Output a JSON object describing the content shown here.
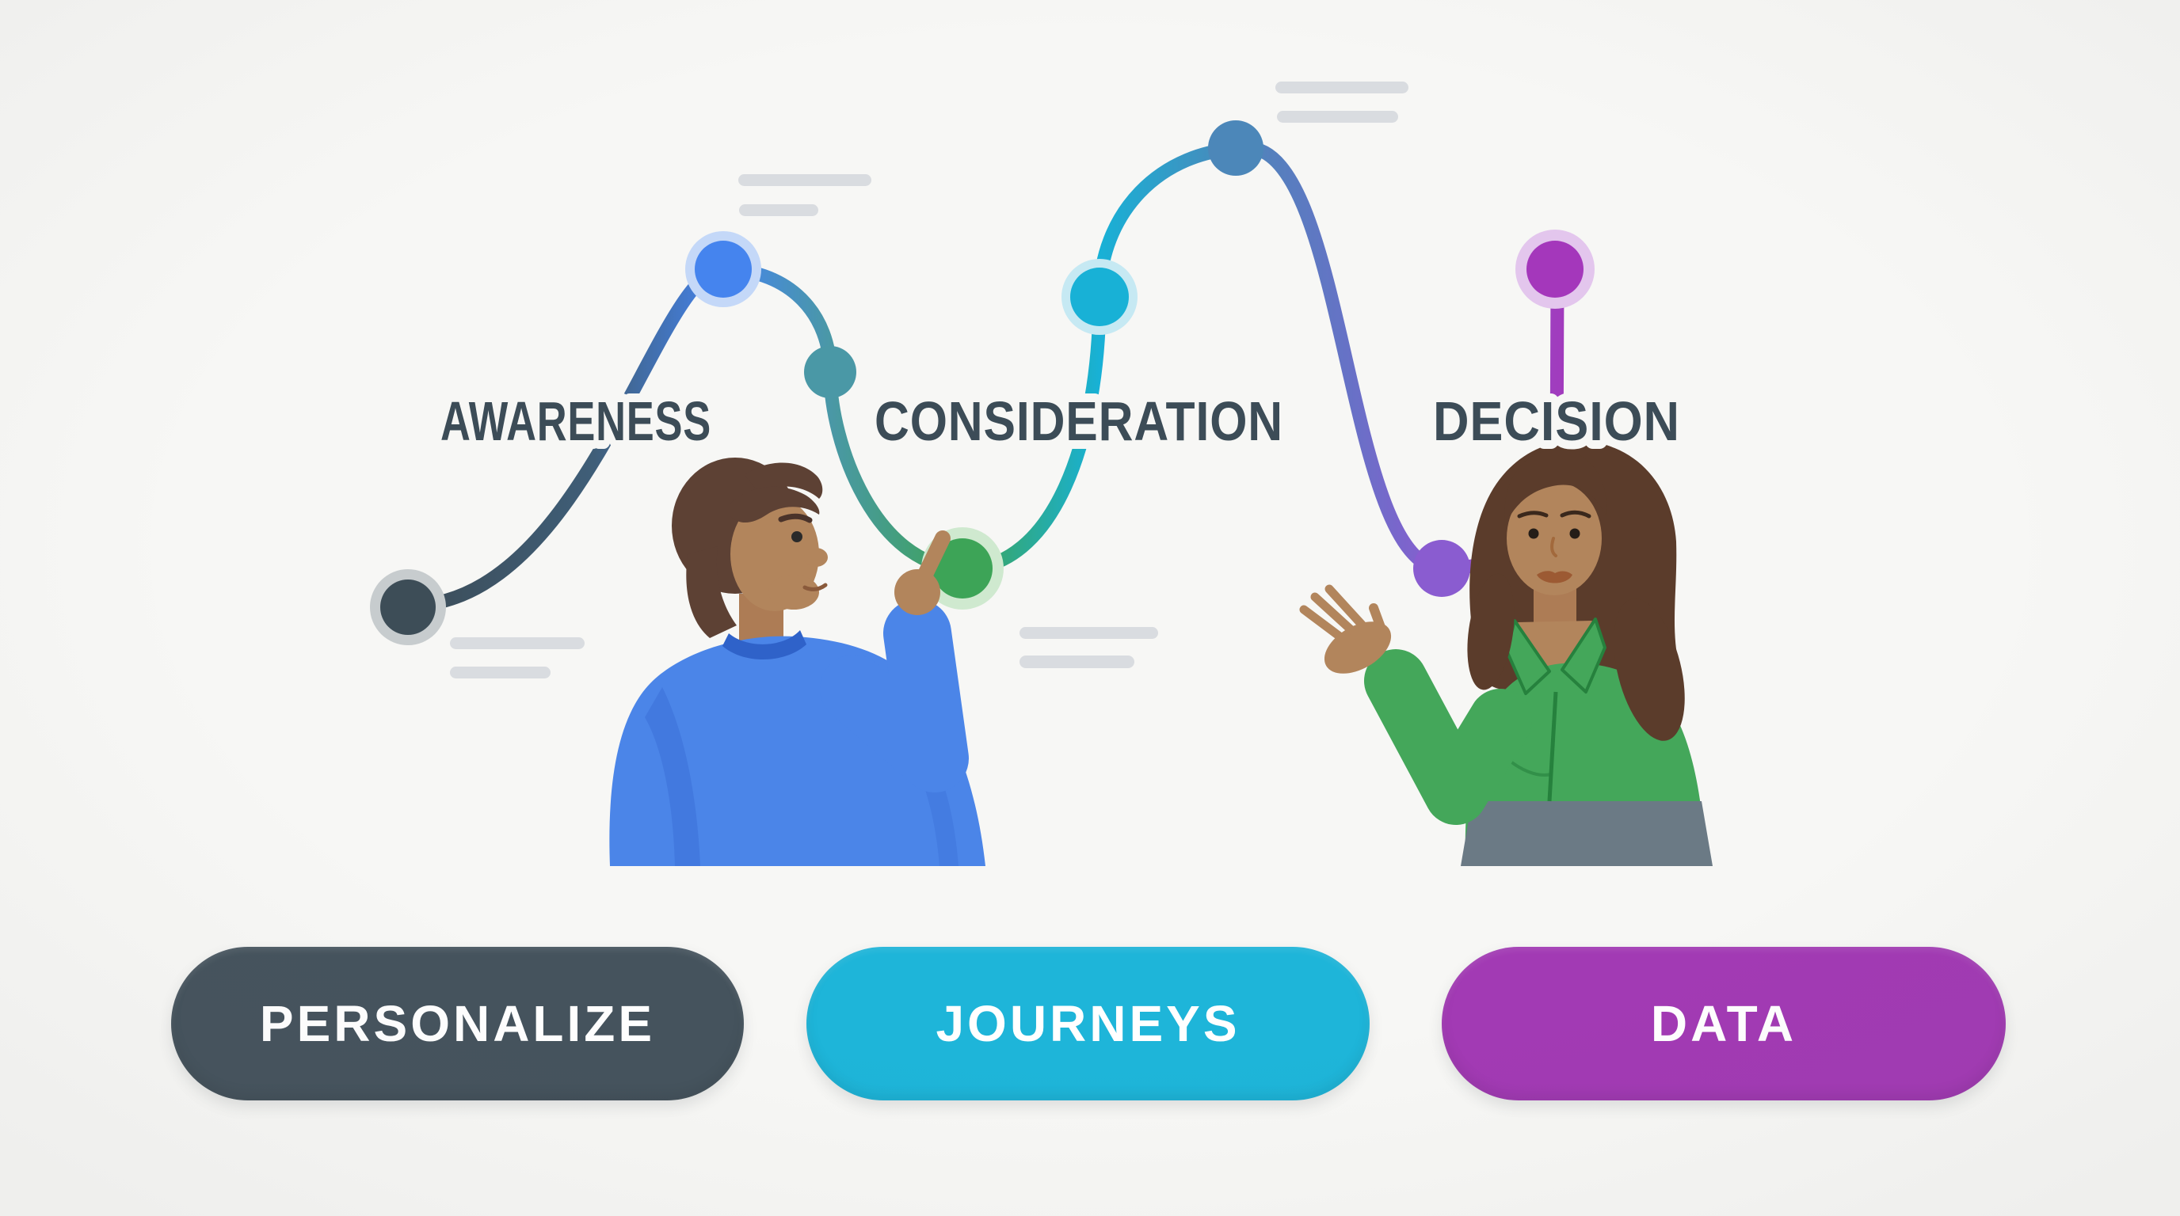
{
  "background": "#f7f7f5",
  "stages": {
    "awareness": "AWARENESS",
    "consideration": "CONSIDERATION",
    "decision": "DECISION",
    "label_color": "#3c4c57"
  },
  "journey": {
    "description": "Wavy customer-journey line with milestone dots",
    "dots": [
      {
        "name": "journey-start-dot",
        "fill": "#3d4d57",
        "halo": "#c7ccce"
      },
      {
        "name": "awareness-peak-dot",
        "fill": "#4584ee",
        "halo": "#c4d8f8"
      },
      {
        "name": "awareness-descent-dot",
        "fill": "#4a98a6",
        "halo": null
      },
      {
        "name": "consideration-trough-dot",
        "fill": "#3da457",
        "halo": "#cfe9cf"
      },
      {
        "name": "consideration-rise-dot",
        "fill": "#18b1d6",
        "halo": "#c6e9f3"
      },
      {
        "name": "consideration-peak-dot",
        "fill": "#4c87b9",
        "halo": null
      },
      {
        "name": "decision-trough-dot",
        "fill": "#8a5cd0",
        "halo": null
      },
      {
        "name": "decision-end-dot",
        "fill": "#a437bb",
        "halo": "#e3c6ed"
      }
    ]
  },
  "buttons": {
    "personalize": {
      "label": "PERSONALIZE",
      "color": "#45535d"
    },
    "journeys": {
      "label": "JOURNEYS",
      "color": "#1eb5d9"
    },
    "data": {
      "label": "DATA",
      "color": "#a23ab4"
    }
  },
  "decor": {
    "line_color": "#d9dce0"
  },
  "people": [
    {
      "name": "man",
      "shirt": "#4b85e8",
      "skin": "#b2855c",
      "hair": "#5d4134",
      "action": "pointing at green journey dot"
    },
    {
      "name": "woman",
      "blouse": "#44a75a",
      "skirt": "#6b7a85",
      "skin": "#b2855c",
      "hair": "#5b3c2b",
      "action": "presenting decision stage"
    }
  ]
}
